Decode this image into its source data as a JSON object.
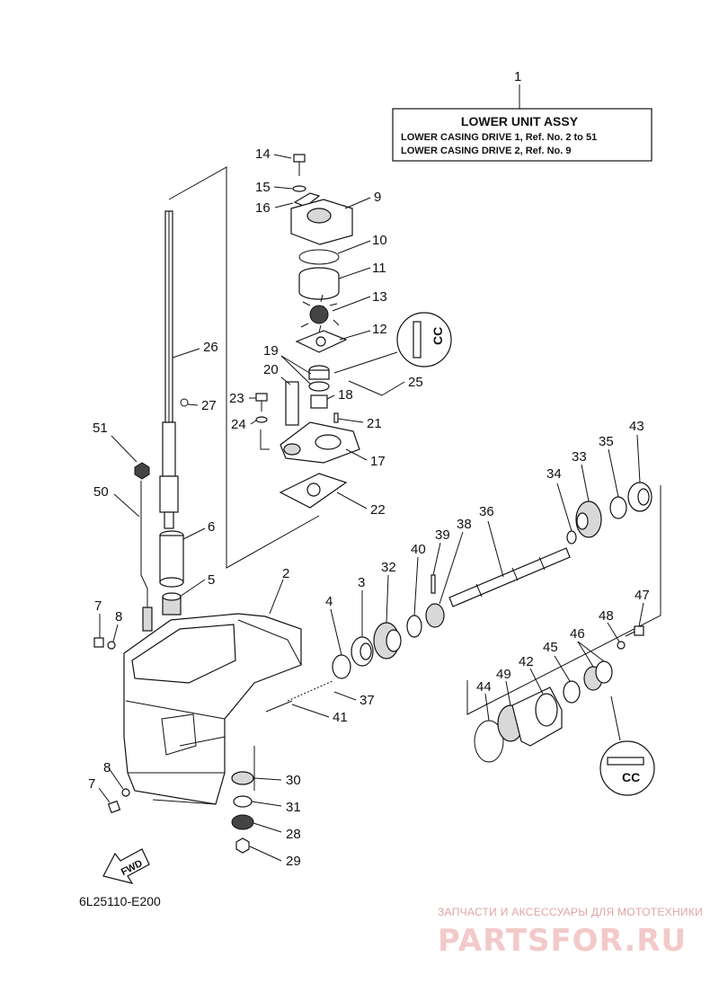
{
  "title_box": {
    "ref": "1",
    "line1": "LOWER UNIT ASSY",
    "line2": "LOWER CASING DRIVE 1,  Ref. No. 2 to 51",
    "line3": "LOWER CASING DRIVE 2,  Ref. No. 9"
  },
  "part_labels": [
    "14",
    "15",
    "16",
    "9",
    "10",
    "11",
    "13",
    "12",
    "19",
    "20",
    "25",
    "23",
    "18",
    "21",
    "24",
    "17",
    "22",
    "26",
    "27",
    "51",
    "50",
    "6",
    "5",
    "2",
    "7",
    "8",
    "7",
    "8",
    "30",
    "31",
    "28",
    "29",
    "41",
    "37",
    "4",
    "3",
    "32",
    "40",
    "39",
    "38",
    "36",
    "34",
    "33",
    "35",
    "43",
    "47",
    "48",
    "46",
    "45",
    "42",
    "49",
    "44"
  ],
  "grease_symbol": "CC",
  "fwd_label": "FWD",
  "diagram_code": "6L25110-E200",
  "watermark": {
    "tagline": "ЗАПЧАСТИ И АКСЕССУАРЫ ДЛЯ МОТОТЕХНИКИ",
    "brand": "PARTSFOR.RU"
  },
  "colors": {
    "ink": "#111111",
    "watermark": "#e8b0b0"
  }
}
